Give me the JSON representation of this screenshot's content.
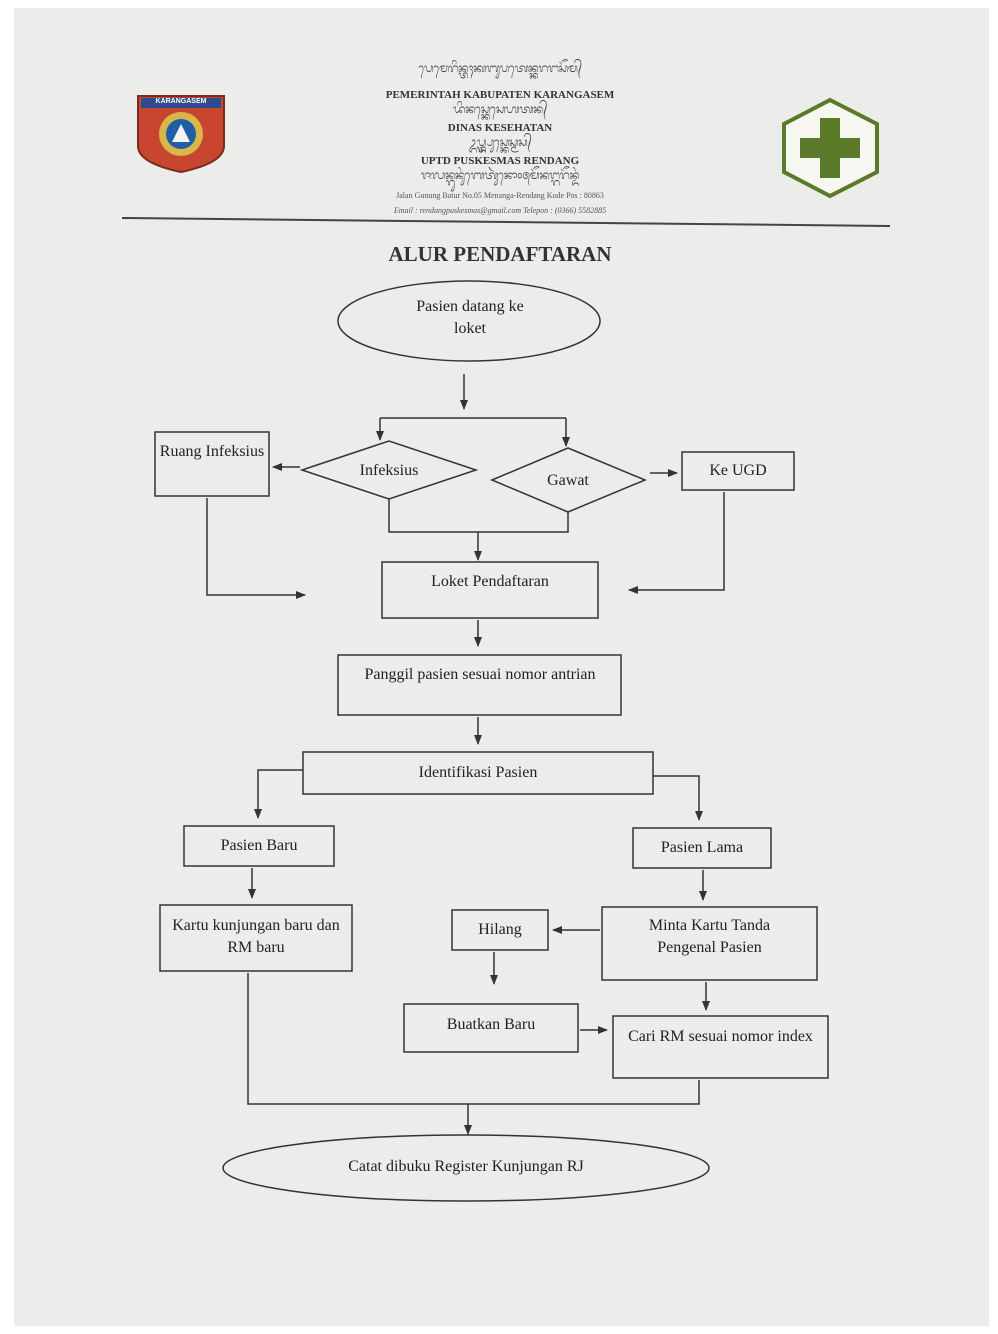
{
  "header": {
    "script_line_1": "ᬧᬾᬫᬾᬭᬶᬦ᭄ᬢᬄᬓᬩᬸᬧᬢᬾᬦ᭄ᬓᬭᬗᬲᭂᬫ᭄",
    "line_1": "PEMERINTAH KABUPATEN KARANGASEM",
    "script_line_2": "ᬤᬶᬦᬲ᭄ᬓᬾᬲᬾᬳᬢᬦ᭄",
    "line_2": "DINAS KESEHATAN",
    "script_line_3": "ᬉᬧ᭄ᬢ᭄ᬤ᭄ᬧᬸᬲ᭄ᬓᬾᬲ᭄ᬫᬲ᭄",
    "line_3": "UPTD PUSKESMAS RENDANG",
    "script_line_4": "ᬚᬮᬦ᭄ᬕᬸᬦᬸᬂᬩᬾᬢᬸᬃᬦᭀ᭐᭕ᬫᭂᬦᬗ᭄ᬕᬭᭂᬦ᭄ᬤᬂ",
    "address": "Jalan Gunung Batur No.05 Menanga-Rendang Kode Pos : 80863",
    "contact": "Email : rendangpuskesmas@gmail.com Telepon : (0366) 5582885",
    "left_logo_text": "KARANGASEM"
  },
  "title": "ALUR PENDAFTARAN",
  "nodes": {
    "start": "Pasien datang ke loket",
    "ruang_infeksius": "Ruang Infeksius",
    "infeksius": "Infeksius",
    "gawat": "Gawat",
    "ke_ugd": "Ke UGD",
    "loket": "Loket Pendaftaran",
    "panggil": "Panggil pasien sesuai nomor antrian",
    "identifikasi": "Identifikasi Pasien",
    "pasien_baru": "Pasien Baru",
    "pasien_lama": "Pasien Lama",
    "kartu_baru": "Kartu kunjungan baru dan RM baru",
    "hilang": "Hilang",
    "minta_kartu": "Minta Kartu Tanda Pengenal Pasien",
    "buatkan_baru": "Buatkan Baru",
    "cari_rm": "Cari RM sesuai nomor index",
    "catat": "Catat dibuku Register Kunjungan RJ"
  },
  "colors": {
    "paper": "#ececea",
    "line": "#333333",
    "logo_green": "#5a7a2a",
    "logo_red": "#c0392b",
    "logo_blue": "#1f5fa8"
  }
}
